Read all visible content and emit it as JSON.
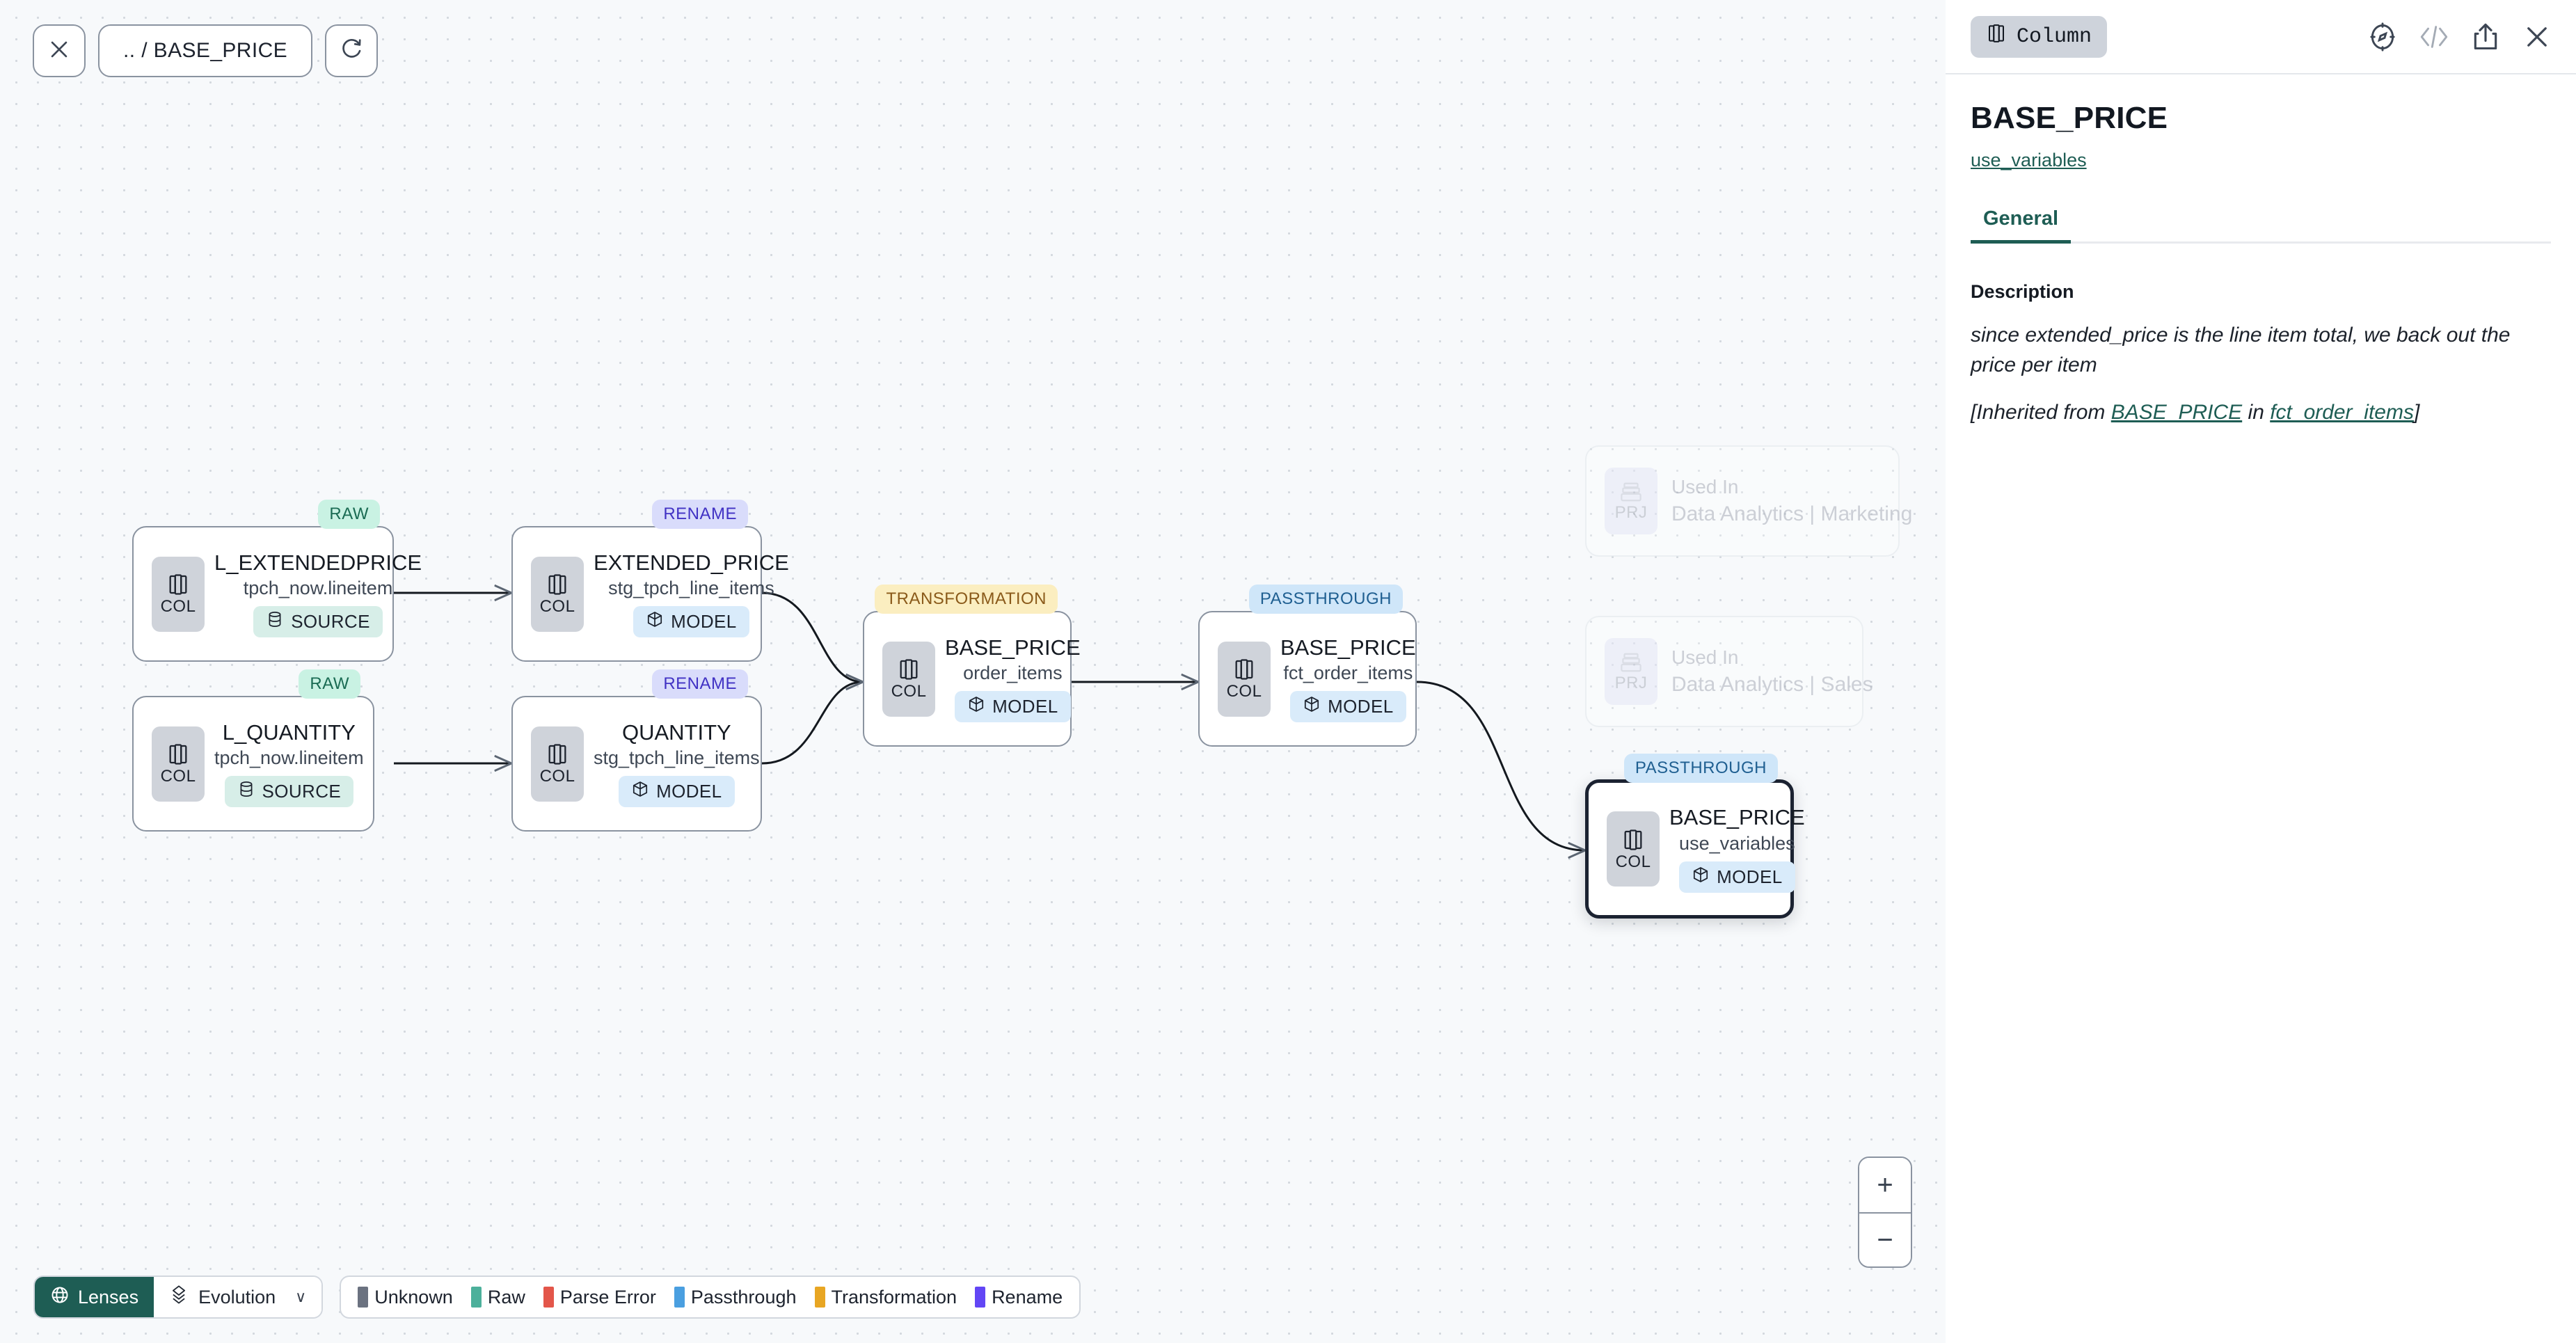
{
  "toolbar": {
    "close_icon": "close-icon",
    "breadcrumb": ".. / BASE_PRICE",
    "refresh_icon": "refresh-icon"
  },
  "graph": {
    "nodes": [
      {
        "id": "l_extendedprice",
        "title": "L_EXTENDEDPRICE",
        "sub": "tpch_now.lineitem",
        "chip": "COL",
        "material": "SOURCE",
        "material_kind": "source",
        "badge": "RAW",
        "badge_kind": "raw",
        "selected": false
      },
      {
        "id": "l_quantity",
        "title": "L_QUANTITY",
        "sub": "tpch_now.lineitem",
        "chip": "COL",
        "material": "SOURCE",
        "material_kind": "source",
        "badge": "RAW",
        "badge_kind": "raw",
        "selected": false
      },
      {
        "id": "extended_price",
        "title": "EXTENDED_PRICE",
        "sub": "stg_tpch_line_items",
        "chip": "COL",
        "material": "MODEL",
        "material_kind": "model",
        "badge": "RENAME",
        "badge_kind": "rename",
        "selected": false
      },
      {
        "id": "quantity",
        "title": "QUANTITY",
        "sub": "stg_tpch_line_items",
        "chip": "COL",
        "material": "MODEL",
        "material_kind": "model",
        "badge": "RENAME",
        "badge_kind": "rename",
        "selected": false
      },
      {
        "id": "base_price_order_items",
        "title": "BASE_PRICE",
        "sub": "order_items",
        "chip": "COL",
        "material": "MODEL",
        "material_kind": "model",
        "badge": "TRANSFORMATION",
        "badge_kind": "trans",
        "selected": false
      },
      {
        "id": "base_price_fct_order_items",
        "title": "BASE_PRICE",
        "sub": "fct_order_items",
        "chip": "COL",
        "material": "MODEL",
        "material_kind": "model",
        "badge": "PASSTHROUGH",
        "badge_kind": "pass",
        "selected": false
      },
      {
        "id": "base_price_use_variables",
        "title": "BASE_PRICE",
        "sub": "use_variables",
        "chip": "COL",
        "material": "MODEL",
        "material_kind": "model",
        "badge": "PASSTHROUGH",
        "badge_kind": "pass",
        "selected": true
      }
    ],
    "ghost_cards": [
      {
        "id": "used-in-marketing",
        "chip": "PRJ",
        "line1": "Used In",
        "line2": "Data Analytics | Marketing"
      },
      {
        "id": "used-in-sales",
        "chip": "PRJ",
        "line1": "Used In",
        "line2": "Data Analytics | Sales"
      }
    ]
  },
  "bottom": {
    "lenses_label": "Lenses",
    "evolution_label": "Evolution",
    "caret": "∨",
    "legend": [
      {
        "label": "Unknown",
        "color": "#6b7280"
      },
      {
        "label": "Raw",
        "color": "#4cb09b"
      },
      {
        "label": "Parse Error",
        "color": "#e3564a"
      },
      {
        "label": "Passthrough",
        "color": "#4a9fe0"
      },
      {
        "label": "Transformation",
        "color": "#e8a623"
      },
      {
        "label": "Rename",
        "color": "#6246f5"
      }
    ]
  },
  "zoom_control": {
    "zoom_in": "+",
    "zoom_out": "−"
  },
  "panel": {
    "kind_label": "Column",
    "title": "BASE_PRICE",
    "model_link": "use_variables",
    "tabs": [
      {
        "label": "General",
        "active": true
      }
    ],
    "description_label": "Description",
    "description_text": "since extended_price is the line item total, we back out the price per item",
    "inherit_prefix": "[Inherited from ",
    "inherit_column": "BASE_PRICE",
    "inherit_mid": " in ",
    "inherit_model": "fct_order_items",
    "inherit_suffix": "]"
  }
}
